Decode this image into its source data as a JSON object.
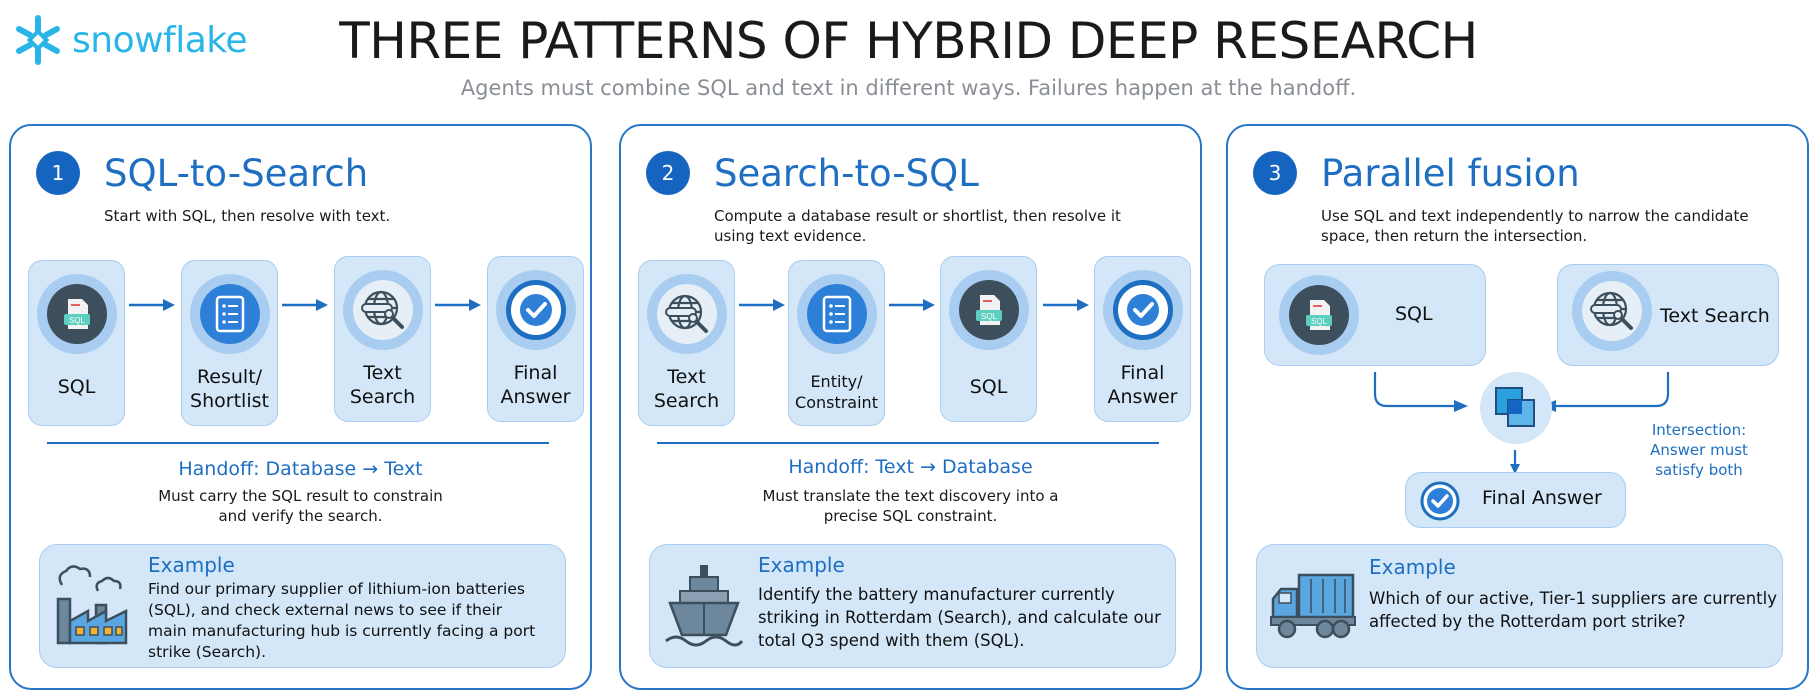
{
  "header": {
    "logo_text": "snowflake",
    "title": "THREE PATTERNS OF HYBRID DEEP RESEARCH",
    "subtitle": "Agents must combine SQL and text in different ways. Failures happen at the handoff."
  },
  "patterns": [
    {
      "number": "1",
      "title": "SQL-to-Search",
      "description": "Start with SQL, then resolve with text.",
      "steps": [
        {
          "label": "SQL",
          "icon": "sql-icon"
        },
        {
          "label": "Result/\nShortlist",
          "icon": "list-icon"
        },
        {
          "label": "Text\nSearch",
          "icon": "globe-search-icon"
        },
        {
          "label": "Final\nAnswer",
          "icon": "checkmark-icon"
        }
      ],
      "handoff_title": "Handoff: Database → Text",
      "handoff_desc_1": "Must carry the SQL result to constrain",
      "handoff_desc_2": "and verify the search.",
      "example_title": "Example",
      "example_text": "Find our primary supplier of lithium-ion batteries (SQL), and check external news to see if their main manufacturing hub is currently facing a port strike (Search).",
      "example_icon": "factory-icon"
    },
    {
      "number": "2",
      "title": "Search-to-SQL",
      "description": "Compute a database result or shortlist, then resolve it using text evidence.",
      "steps": [
        {
          "label": "Text\nSearch",
          "icon": "globe-search-icon"
        },
        {
          "label": "Entity/\nConstraint",
          "icon": "list-icon"
        },
        {
          "label": "SQL",
          "icon": "sql-icon"
        },
        {
          "label": "Final\nAnswer",
          "icon": "checkmark-icon"
        }
      ],
      "handoff_title": "Handoff: Text → Database",
      "handoff_desc_1": "Must translate the text discovery into a",
      "handoff_desc_2": "precise SQL constraint.",
      "example_title": "Example",
      "example_text": "Identify the battery manufacturer currently striking in Rotterdam (Search), and calculate our total Q3 spend with them (SQL).",
      "example_icon": "ship-icon"
    },
    {
      "number": "3",
      "title": "Parallel fusion",
      "description": "Use SQL and text independently to narrow the candidate space, then return the intersection.",
      "left_source": "SQL",
      "right_source": "Text Search",
      "intersection_note": "Intersection:\nAnswer must\nsatisfy both",
      "final_label": "Final Answer",
      "example_title": "Example",
      "example_text": "Which of our active, Tier-1 suppliers are currently affected by the Rotterdam port strike?",
      "example_icon": "truck-icon"
    }
  ],
  "colors": {
    "accent": "#1e6ec1",
    "card_bg": "#d4e7f9",
    "icon_ring": "#a8cdf0",
    "logo": "#29b5e8"
  }
}
